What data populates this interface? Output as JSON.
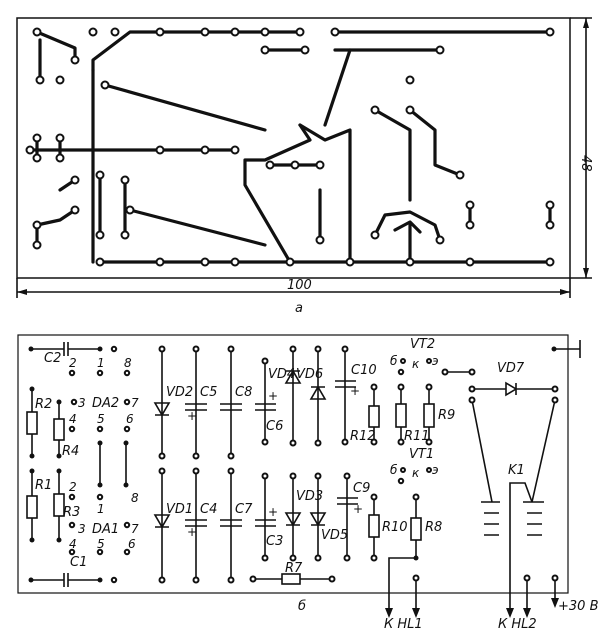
{
  "top_view": {
    "caption": "а",
    "width_dim": "100",
    "height_dim": "48"
  },
  "schematic": {
    "caption": "б",
    "labels": {
      "C1": "C1",
      "C2": "C2",
      "C3": "C3",
      "C4": "C4",
      "C5": "C5",
      "C6": "C6",
      "C7": "C7",
      "C8": "C8",
      "C9": "C9",
      "C10": "C10",
      "R1": "R1",
      "R2": "R2",
      "R3": "R3",
      "R4": "R4",
      "R7": "R7",
      "R8": "R8",
      "R9": "R9",
      "R10": "R10",
      "R11": "R11",
      "R12": "R12",
      "VD1": "VD1",
      "VD2": "VD2",
      "VD3": "VD3",
      "VD4": "VD4",
      "VD5": "VD5",
      "VD6": "VD6",
      "VD7": "VD7",
      "DA1": "DA1",
      "DA2": "DA2",
      "VT1": "VT1",
      "VT2": "VT2",
      "K1": "K1"
    },
    "pins": {
      "p1": "1",
      "p2": "2",
      "p3": "3",
      "p4": "4",
      "p5": "5",
      "p6": "6",
      "p7": "7",
      "p8": "8"
    },
    "transistor_pins": {
      "b": "б",
      "k": "к",
      "e": "э"
    },
    "outputs": {
      "hl1": "К HL1",
      "hl2": "К HL2",
      "power": "+30 В"
    },
    "plus": "+"
  }
}
